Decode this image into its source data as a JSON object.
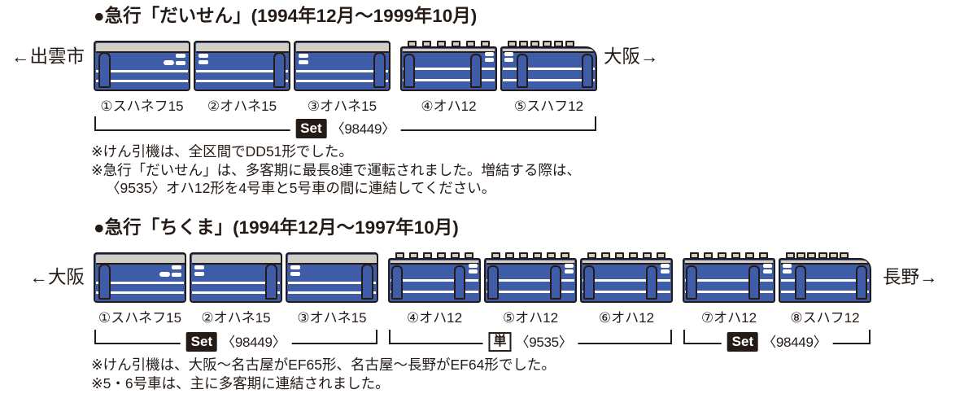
{
  "colors": {
    "body_blue": "#3e5ca7",
    "roof_gray": "#d2cec5",
    "outline_dark": "#241b16",
    "stripe_white": "#ffffff",
    "badge_set_bg": "#241b16",
    "badge_set_text": "#ffffff"
  },
  "sections": [
    {
      "id": "daisen",
      "title": "●急行「だいせん」(1994年12月〜1999年10月)",
      "left_label": "←出雲市",
      "right_label": "大阪→",
      "cars": [
        {
          "label": "①スハネフ15",
          "type": "sleeper",
          "variant": "front",
          "group": 0
        },
        {
          "label": "②オハネ15",
          "type": "sleeper",
          "variant": "mid",
          "group": 0
        },
        {
          "label": "③オハネ15",
          "type": "sleeper",
          "variant": "mid",
          "group": 0
        },
        {
          "label": "④オハ12",
          "type": "coach",
          "variant": "std",
          "group": 1
        },
        {
          "label": "⑤スハフ12",
          "type": "coach",
          "variant": "tail",
          "group": 1
        }
      ],
      "brackets": [
        {
          "badge": "Set",
          "badge_style": "solid",
          "number": "〈98449〉",
          "start": 0,
          "end": 4
        }
      ],
      "notes": [
        {
          "text": "※けん引機は、全区間でDD51形でした。",
          "indent": false
        },
        {
          "text": "※急行「だいせん」は、多客期に最長8連で運転されました。増結する際は、",
          "indent": false
        },
        {
          "text": "〈9535〉オハ12形を4号車と5号車の間に連結してください。",
          "indent": true
        }
      ]
    },
    {
      "id": "chikuma",
      "title": "●急行「ちくま」(1994年12月〜1997年10月)",
      "left_label": "←大阪",
      "right_label": "長野→",
      "cars": [
        {
          "label": "①スハネフ15",
          "type": "sleeper",
          "variant": "front",
          "group": 0
        },
        {
          "label": "②オハネ15",
          "type": "sleeper",
          "variant": "mid",
          "group": 0
        },
        {
          "label": "③オハネ15",
          "type": "sleeper",
          "variant": "mid",
          "group": 0
        },
        {
          "label": "④オハ12",
          "type": "coach",
          "variant": "std",
          "group": 1
        },
        {
          "label": "⑤オハ12",
          "type": "coach",
          "variant": "std",
          "group": 1
        },
        {
          "label": "⑥オハ12",
          "type": "coach",
          "variant": "std",
          "group": 1
        },
        {
          "label": "⑦オハ12",
          "type": "coach",
          "variant": "std",
          "group": 2
        },
        {
          "label": "⑧スハフ12",
          "type": "coach",
          "variant": "tail",
          "group": 2
        }
      ],
      "brackets": [
        {
          "badge": "Set",
          "badge_style": "solid",
          "number": "〈98449〉",
          "start": 0,
          "end": 2
        },
        {
          "badge": "単",
          "badge_style": "outline",
          "number": "〈9535〉",
          "start": 3,
          "end": 5
        },
        {
          "badge": "Set",
          "badge_style": "solid",
          "number": "〈98449〉",
          "start": 6,
          "end": 7
        }
      ],
      "notes": [
        {
          "text": "※けん引機は、大阪〜名古屋がEF65形、名古屋〜長野がEF64形でした。",
          "indent": false
        },
        {
          "text": "※5・6号車は、主に多客期に連結されました。",
          "indent": false
        }
      ]
    }
  ]
}
